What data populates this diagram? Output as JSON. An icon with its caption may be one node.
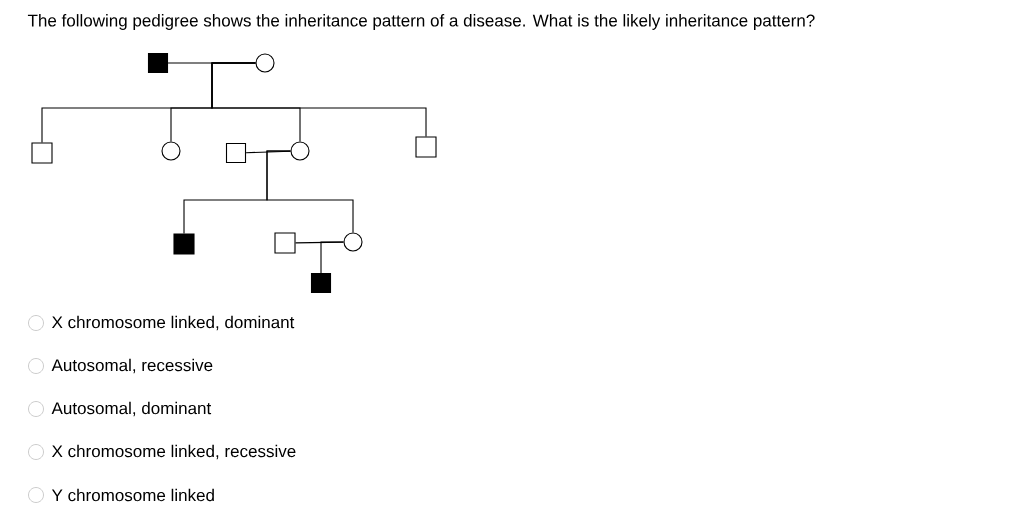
{
  "diagram": {
    "title": "The following pedigree shows the inheritance pattern of a disease. What is the likely inheritance pattern?",
    "nodes": [
      {
        "text": [],
        "shape": "box"
      },
      {
        "text": [],
        "shape": "circle"
      },
      {
        "text": [],
        "shape": "box"
      },
      {
        "text": [],
        "shape": "circle"
      },
      {
        "text": [],
        "shape": "box"
      },
      {
        "text": [],
        "shape": "circle"
      },
      {
        "text": [],
        "shape": "box"
      },
      {
        "text": [],
        "shape": "box"
      },
      {
        "text": [],
        "shape": "box"
      },
      {
        "text": [],
        "shape": "circle"
      },
      {
        "text": [],
        "shape": "box"
      }
    ],
    "edges": [
      {
        "from": 0,
        "to": 1,
        "arrow": "none"
      },
      {
        "from": 1,
        "to": 2,
        "arrow": "none"
      },
      {
        "from": 1,
        "to": 3,
        "arrow": "none"
      },
      {
        "from": 1,
        "to": 5,
        "arrow": "none"
      },
      {
        "from": 1,
        "to": 6,
        "arrow": "none"
      },
      {
        "from": 4,
        "to": 5,
        "arrow": "none"
      },
      {
        "from": 5,
        "to": 7,
        "arrow": "none"
      },
      {
        "from": 5,
        "to": 9,
        "arrow": "none"
      },
      {
        "from": 8,
        "to": 9,
        "arrow": "none"
      },
      {
        "from": 9,
        "to": 10,
        "arrow": "none"
      }
    ],
    "labels": [
      "X chromosome linked, dominant",
      "Autosomal, recessive",
      "Autosomal, dominant",
      "X chromosome linked, recessive",
      "Y chromosome linked"
    ]
  }
}
